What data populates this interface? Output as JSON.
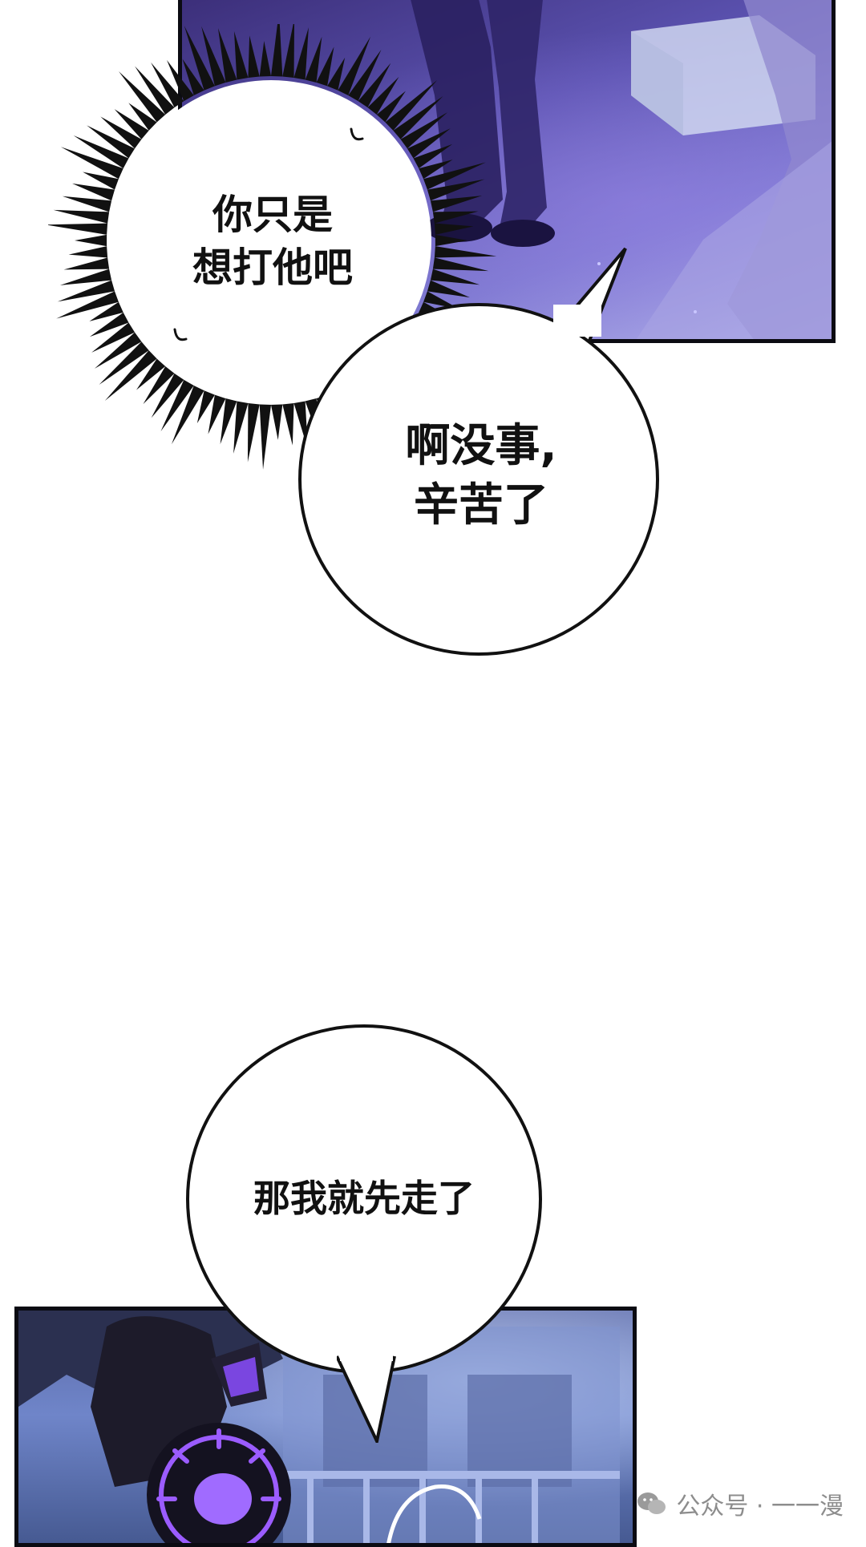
{
  "bubbles": {
    "shout": "你只是\n想打他吧",
    "reply": "啊没事,\n辛苦了",
    "leave": "那我就先走了"
  },
  "watermark": {
    "text": "公众号 · 一一漫",
    "icon": "wechat-icon"
  },
  "colors": {
    "ink": "#111111",
    "top_panel_tone": "#5b52b0",
    "bottom_panel_tone": "#6f85c9",
    "gasmask_glow": "#9b5cff"
  }
}
